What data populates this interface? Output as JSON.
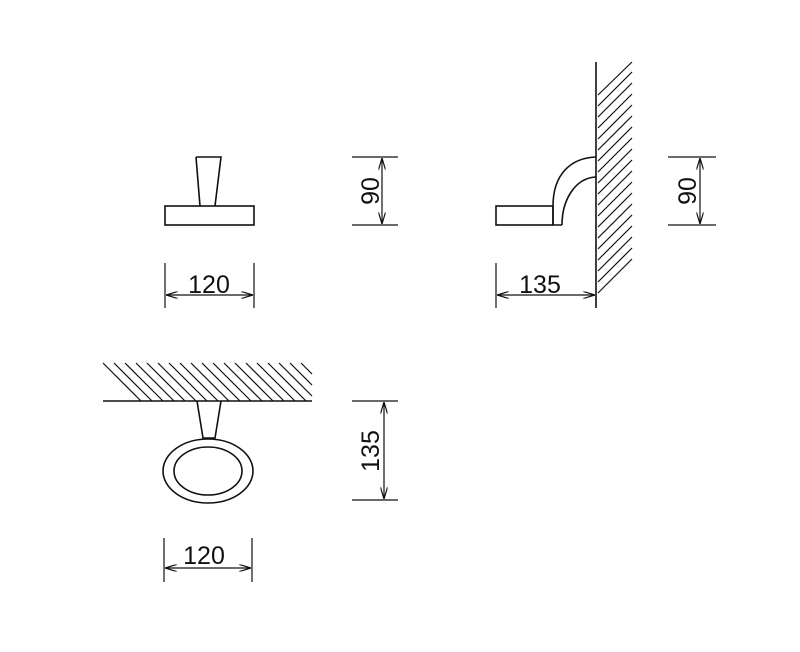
{
  "views": {
    "front": {
      "width_label": "120",
      "height_label": "90"
    },
    "side": {
      "depth_label": "135",
      "height_label": "90"
    },
    "bottom": {
      "width_label": "120",
      "depth_label": "135"
    }
  },
  "colors": {
    "line": "#111111",
    "background": "#ffffff"
  }
}
